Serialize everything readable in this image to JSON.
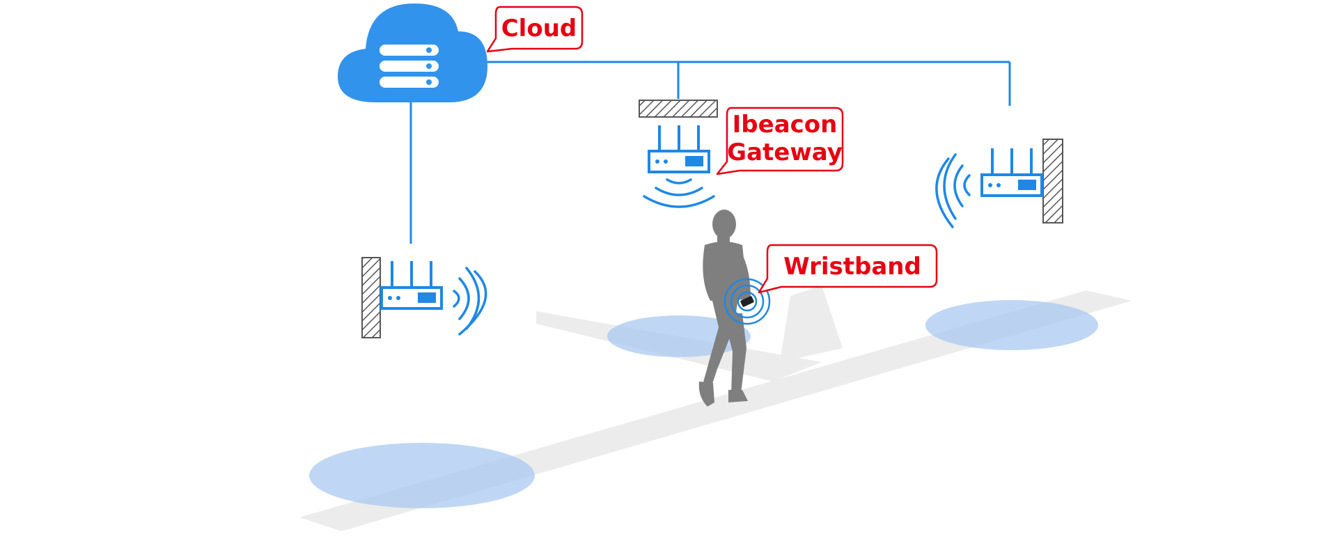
{
  "labels": {
    "cloud": "Cloud",
    "gateway_line1": "Ibeacon",
    "gateway_line2": "Gateway",
    "wristband": "Wristband"
  },
  "colors": {
    "accent_blue": "#1e88e5",
    "cloud_blue": "#3293ec",
    "callout_red": "#e60012",
    "floor_gray": "#ececec",
    "zone_blue": "#a9c9f0",
    "person_gray": "#7f7f7f",
    "wall_gray": "#555555"
  },
  "icons": {
    "cloud": "cloud-server-icon",
    "gateway": "router-icon",
    "person": "walking-person-icon",
    "wristband": "wristband-icon"
  }
}
